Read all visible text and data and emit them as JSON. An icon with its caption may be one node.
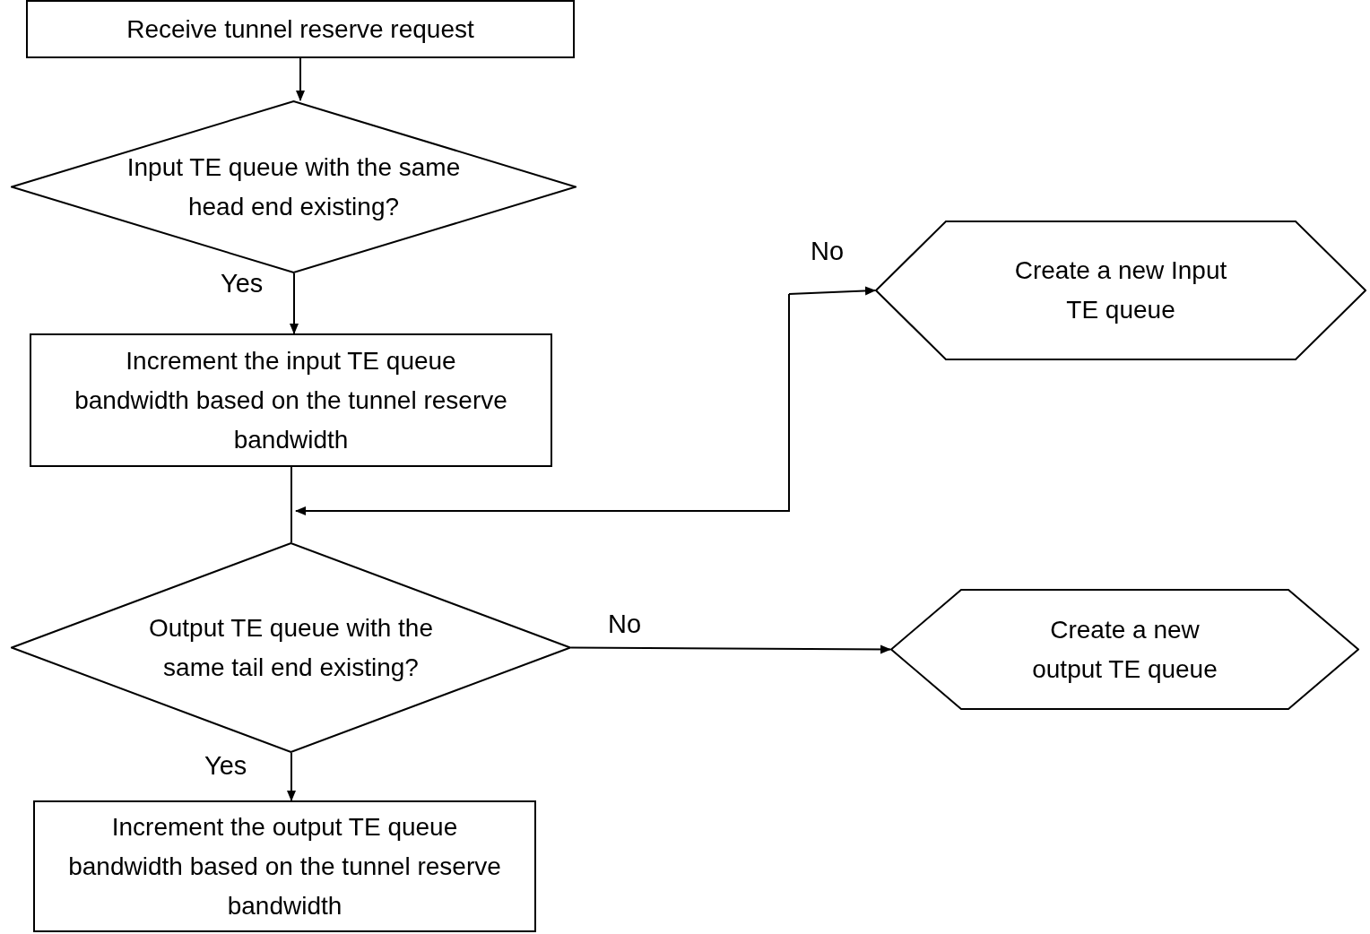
{
  "diagram": {
    "nodes": [
      {
        "text": [
          "Receive tunnel reserve request"
        ]
      },
      {
        "text": [
          "Input TE queue with the same head end existing?"
        ]
      },
      {
        "text": [
          "Increment the input TE queue bandwidth based on the tunnel reserve bandwidth"
        ]
      },
      {
        "text": [
          "Create a new Input TE queue"
        ]
      },
      {
        "text": [
          "Output TE queue with the same tail end existing?"
        ]
      },
      {
        "text": [
          "Create a new output TE queue"
        ]
      },
      {
        "text": [
          "Increment the output TE queue bandwidth based on the tunnel reserve bandwidth"
        ]
      }
    ],
    "edges": [
      {
        "from": 0,
        "to": 1,
        "arrow": "to"
      },
      {
        "from": 1,
        "to": 2,
        "arrow": "to",
        "label": "Yes"
      },
      {
        "from": null,
        "to": 3,
        "arrow": "to",
        "label": "No"
      },
      {
        "from": 2,
        "to": 4,
        "arrow": "none"
      },
      {
        "from": null,
        "to": 4,
        "arrow": "to"
      },
      {
        "from": 4,
        "to": 5,
        "arrow": "to",
        "label": "No"
      },
      {
        "from": 4,
        "to": 6,
        "arrow": "to",
        "label": "Yes"
      }
    ]
  }
}
